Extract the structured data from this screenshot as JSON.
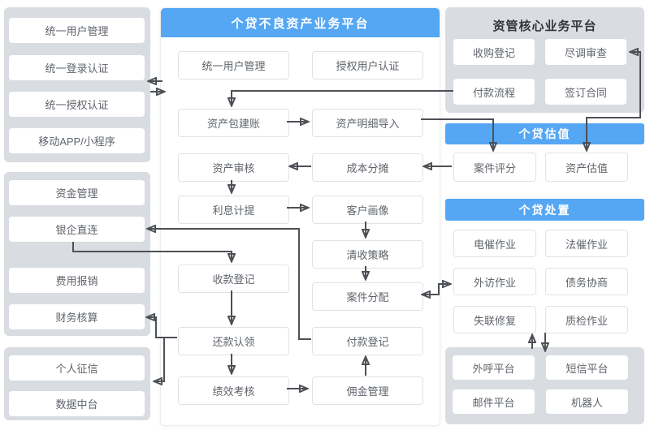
{
  "colors": {
    "accent_blue": "#55a7f4",
    "panel_gray": "#d9dce1",
    "arrow_gray": "#4d5156",
    "box_border": "#e2e2e2",
    "label_text": "#5f646b"
  },
  "left_column": {
    "auth_panel": {
      "items": [
        "统一用户管理",
        "统一登录认证",
        "统一授权认证",
        "移动APP/小程序"
      ]
    },
    "finance_panel": {
      "items": [
        "资金管理",
        "银企直连",
        "费用报销",
        "财务核算"
      ]
    },
    "data_panel": {
      "items": [
        "个人征信",
        "数据中台"
      ]
    }
  },
  "main_platform": {
    "title": "个贷不良资产业务平台",
    "left_nodes": [
      "统一用户管理",
      "资产包建账",
      "资产审核",
      "利息计提",
      "收款登记",
      "还款认领",
      "绩效考核"
    ],
    "right_nodes": [
      "授权用户认证",
      "资产明细导入",
      "成本分摊",
      "客户画像",
      "清收策略",
      "案件分配",
      "付款登记",
      "佣金管理"
    ]
  },
  "right_column": {
    "core_platform": {
      "title": "资管核心业务平台",
      "items": [
        "收购登记",
        "尽调审查",
        "付款流程",
        "签订合同"
      ]
    },
    "valuation": {
      "title": "个贷估值",
      "items": [
        "案件评分",
        "资产估值"
      ]
    },
    "disposal": {
      "title": "个贷处置",
      "items": [
        "电催作业",
        "法催作业",
        "外访作业",
        "债务协商",
        "失联修复",
        "质检作业"
      ]
    },
    "channel_panel": {
      "items": [
        "外呼平台",
        "短信平台",
        "邮件平台",
        "机器人"
      ]
    }
  }
}
